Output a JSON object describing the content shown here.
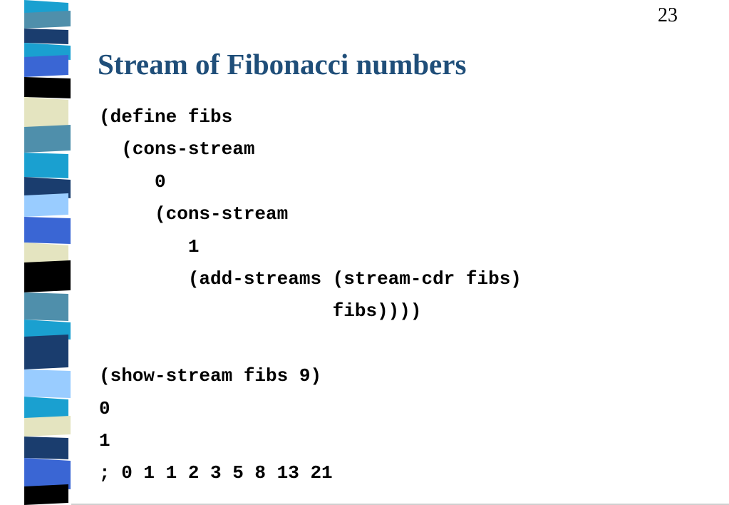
{
  "slide": {
    "page_number": "23",
    "title": "Stream of Fibonacci numbers",
    "code_lines": [
      "(define fibs",
      "  (cons-stream",
      "     0",
      "     (cons-stream",
      "        1",
      "        (add-streams (stream-cdr fibs)",
      "                     fibs))))",
      "",
      "(show-stream fibs 9)",
      "0",
      "1",
      "; 0 1 1 2 3 5 8 13 21"
    ]
  },
  "colors": {
    "title": "#1f4e79",
    "strip_black": "#000000",
    "strip_navy": "#1a3d6e",
    "strip_royal": "#3a66d4",
    "strip_teal": "#4f8fab",
    "strip_cyan": "#1aa0d0",
    "strip_sky": "#99ccff",
    "strip_cream": "#e4e4c0"
  }
}
